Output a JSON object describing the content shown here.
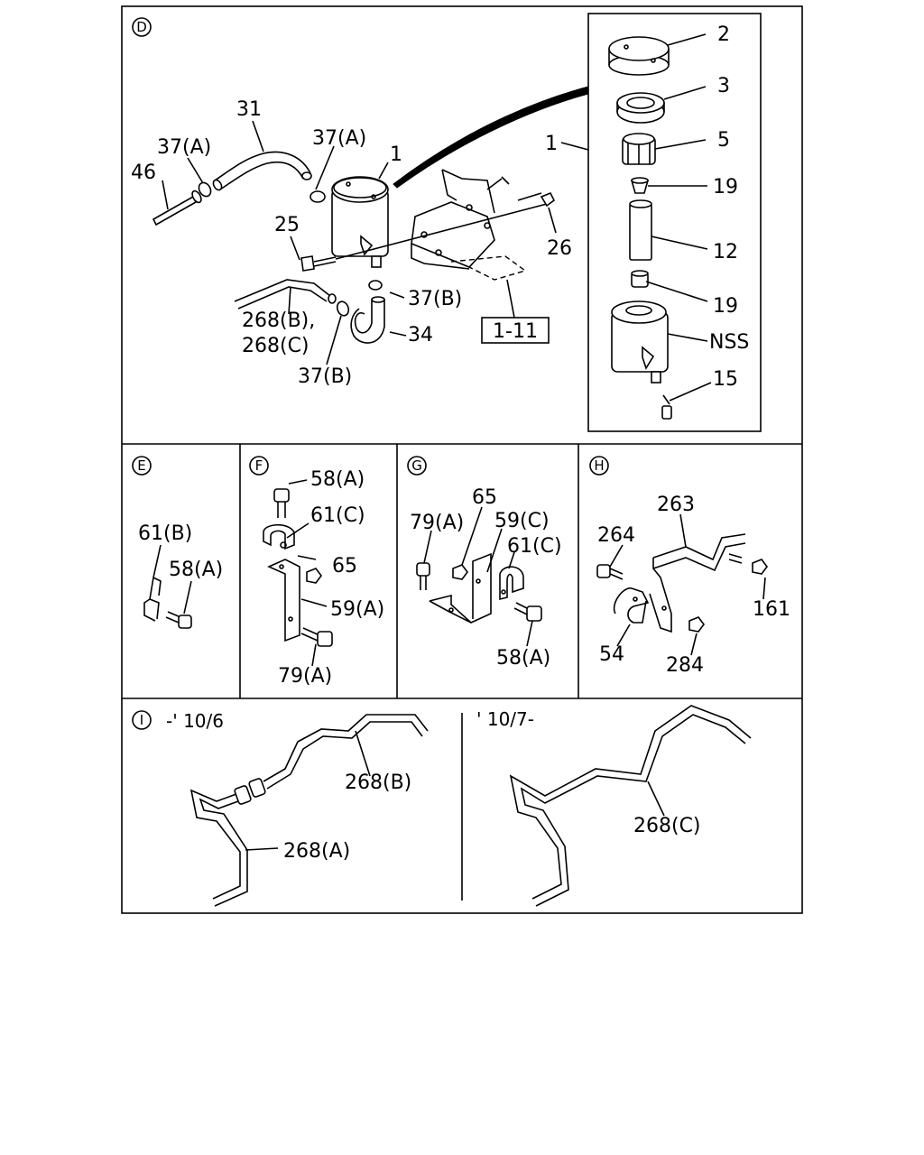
{
  "sections": {
    "D": {
      "marker": "D"
    },
    "E": {
      "marker": "E"
    },
    "F": {
      "marker": "F"
    },
    "G": {
      "marker": "G"
    },
    "H": {
      "marker": "H"
    },
    "I": {
      "marker": "I",
      "date_before": "-' 10/6",
      "date_after": "' 10/7-"
    }
  },
  "labels": {
    "d_2": "2",
    "d_3": "3",
    "d_5": "5",
    "d_19a": "19",
    "d_12": "12",
    "d_19b": "19",
    "d_nss": "NSS",
    "d_15": "15",
    "d_1_inset": "1",
    "d_31": "31",
    "d_37a_left": "37(A)",
    "d_37a_right": "37(A)",
    "d_1": "1",
    "d_46": "46",
    "d_25": "25",
    "d_26": "26",
    "d_37b_right": "37(B)",
    "d_268bc_1": "268(B),",
    "d_268bc_2": "268(C)",
    "d_34": "34",
    "d_37b_bottom": "37(B)",
    "d_ref": "1-11",
    "e_61b": "61(B)",
    "e_58a": "58(A)",
    "f_58a": "58(A)",
    "f_61c": "61(C)",
    "f_65": "65",
    "f_59a": "59(A)",
    "f_79a": "79(A)",
    "g_65": "65",
    "g_79a": "79(A)",
    "g_59c": "59(C)",
    "g_61c": "61(C)",
    "g_58a": "58(A)",
    "h_263": "263",
    "h_264": "264",
    "h_161": "161",
    "h_54": "54",
    "h_284": "284",
    "i_268b": "268(B)",
    "i_268a": "268(A)",
    "i_268c": "268(C)"
  }
}
